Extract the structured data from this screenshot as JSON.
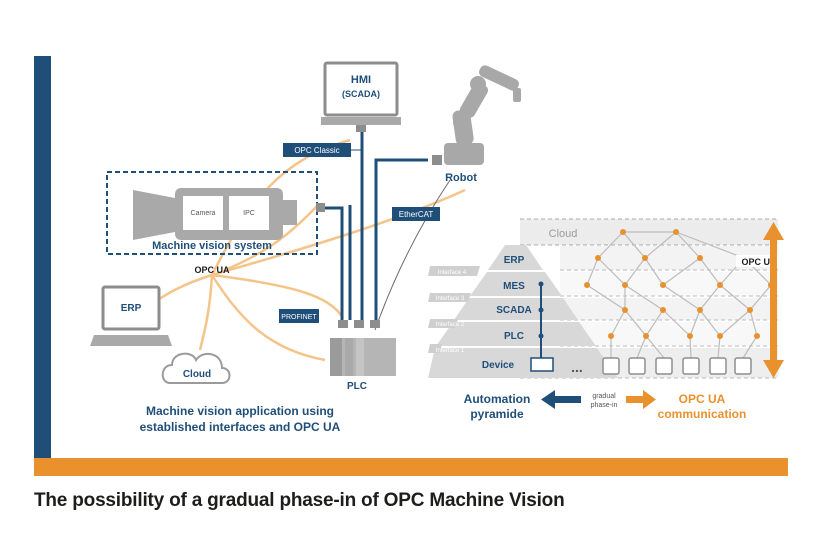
{
  "left_diagram": {
    "hmi_line1": "HMI",
    "hmi_line2": "(SCADA)",
    "robot": "Robot",
    "opc_classic": "OPC Classic",
    "ethercat": "EtherCAT",
    "profinet": "PROFINET",
    "camera": "Camera",
    "ipc": "IPC",
    "machine_vision_system": "Machine vision system",
    "opc_ua_logo": "OPC UA",
    "erp": "ERP",
    "cloud": "Cloud",
    "plc": "PLC",
    "app_line1": "Machine vision application using",
    "app_line2": "established interfaces and OPC UA"
  },
  "pyramid": {
    "cloud": "Cloud",
    "levels": [
      "ERP",
      "MES",
      "SCADA",
      "PLC",
      "Device"
    ],
    "interfaces": [
      "Interface 4",
      "Interface 3",
      "Interface 2",
      "Interface 1"
    ],
    "ellipsis": "...",
    "opc_ua_logo": "OPC UA",
    "automation_line1": "Automation",
    "automation_line2": "pyramide",
    "gradual_line1": "gradual",
    "gradual_line2": "phase-in",
    "opcua_comm_line1": "OPC UA",
    "opcua_comm_line2": "communication"
  },
  "caption": "The possibility of a gradual phase-in of OPC Machine Vision",
  "colors": {
    "navy": "#1f4e79",
    "orange": "#e8912d",
    "light_orange": "#f5c48a",
    "gray": "#9b9b9b",
    "dark_gray": "#6b6b6b"
  }
}
